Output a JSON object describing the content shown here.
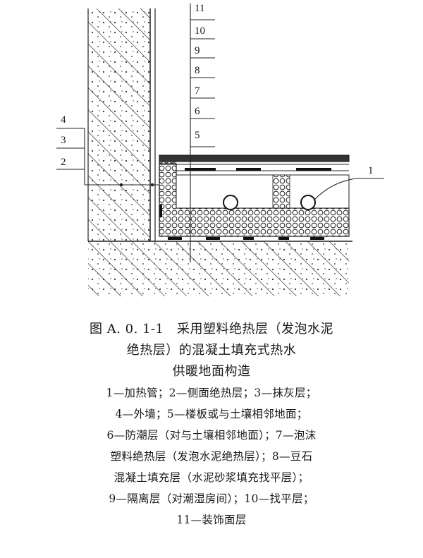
{
  "labels": {
    "l11": "11",
    "l10": "10",
    "l9": "9",
    "l8": "8",
    "l7": "7",
    "l6": "6",
    "l5": "5",
    "l4": "4",
    "l3": "3",
    "l2": "2",
    "l1": "1"
  },
  "caption": {
    "title_line1": "图 A. 0. 1-1　采用塑料绝热层（发泡水泥",
    "title_line2": "绝热层）的混凝土填充式热水",
    "title_line3": "供暖地面构造"
  },
  "legend": [
    "1—加热管；2—侧面绝热层；3—抹灰层；",
    "4—外墙；5—楼板或与土壤相邻地面；",
    "6—防潮层（对与土壤相邻地面）；7—泡沫",
    "塑料绝热层（发泡水泥绝热层）；8—豆石",
    "混凝土填充层（水泥砂浆填充找平层）；",
    "9—隔离层（对潮湿房间）；10—找平层；",
    "11—装饰面层"
  ]
}
